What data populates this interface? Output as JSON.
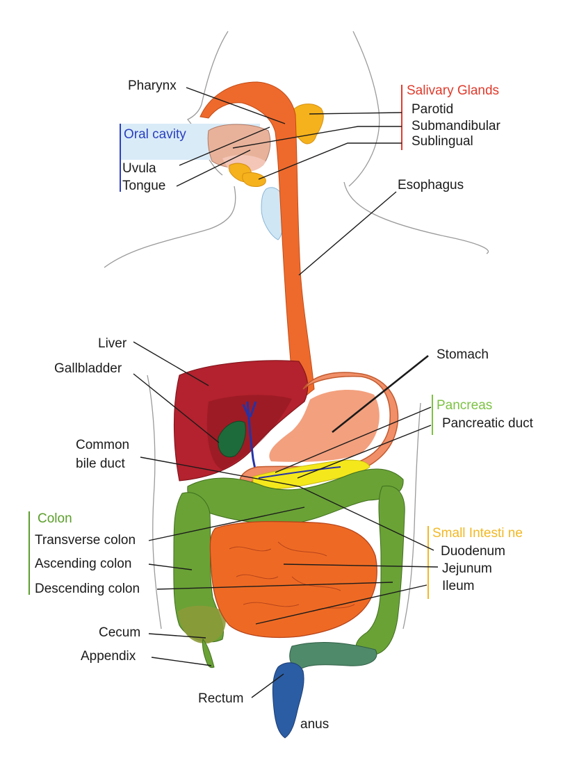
{
  "groups": {
    "salivary": {
      "title": "Salivary Glands",
      "color": "#e03a2b",
      "items": [
        "Parotid",
        "Submandibular",
        "Sublingual"
      ]
    },
    "oral": {
      "title": "Oral cavity",
      "color": "#2b3fbf"
    },
    "pancreas": {
      "title": "Pancreas",
      "color": "#7cc242",
      "items": [
        "Pancreatic duct"
      ]
    },
    "colon": {
      "title": "Colon",
      "color": "#5a9e2a",
      "items": [
        "Transverse colon",
        "Ascending colon",
        "Descending colon"
      ]
    },
    "small_intestine": {
      "title": "Small Intesti ne",
      "color": "#f2b824",
      "items": [
        "Duodenum",
        "Jejunum",
        "Ileum"
      ]
    }
  },
  "labels": {
    "pharynx": "Pharynx",
    "uvula": "Uvula",
    "tongue": "Tongue",
    "esophagus": "Esophagus",
    "liver": "Liver",
    "gallbladder": "Gallbladder",
    "stomach": "Stomach",
    "common_bile_duct_1": "Common",
    "common_bile_duct_2": "bile duct",
    "cecum": "Cecum",
    "appendix": "Appendix",
    "rectum": "Rectum",
    "anus": "anus"
  },
  "colors": {
    "esophagus": "#ee6a2c",
    "liver": "#b3222e",
    "gallbladder": "#1d6b3a",
    "stomach": "#f08f68",
    "colon": "#6aa236",
    "small_intestine": "#ee6a24",
    "pancreas": "#f4e81c",
    "salivary": "#f5b21c",
    "bile_duct": "#2433a8",
    "rectum": "#2b5da5"
  }
}
